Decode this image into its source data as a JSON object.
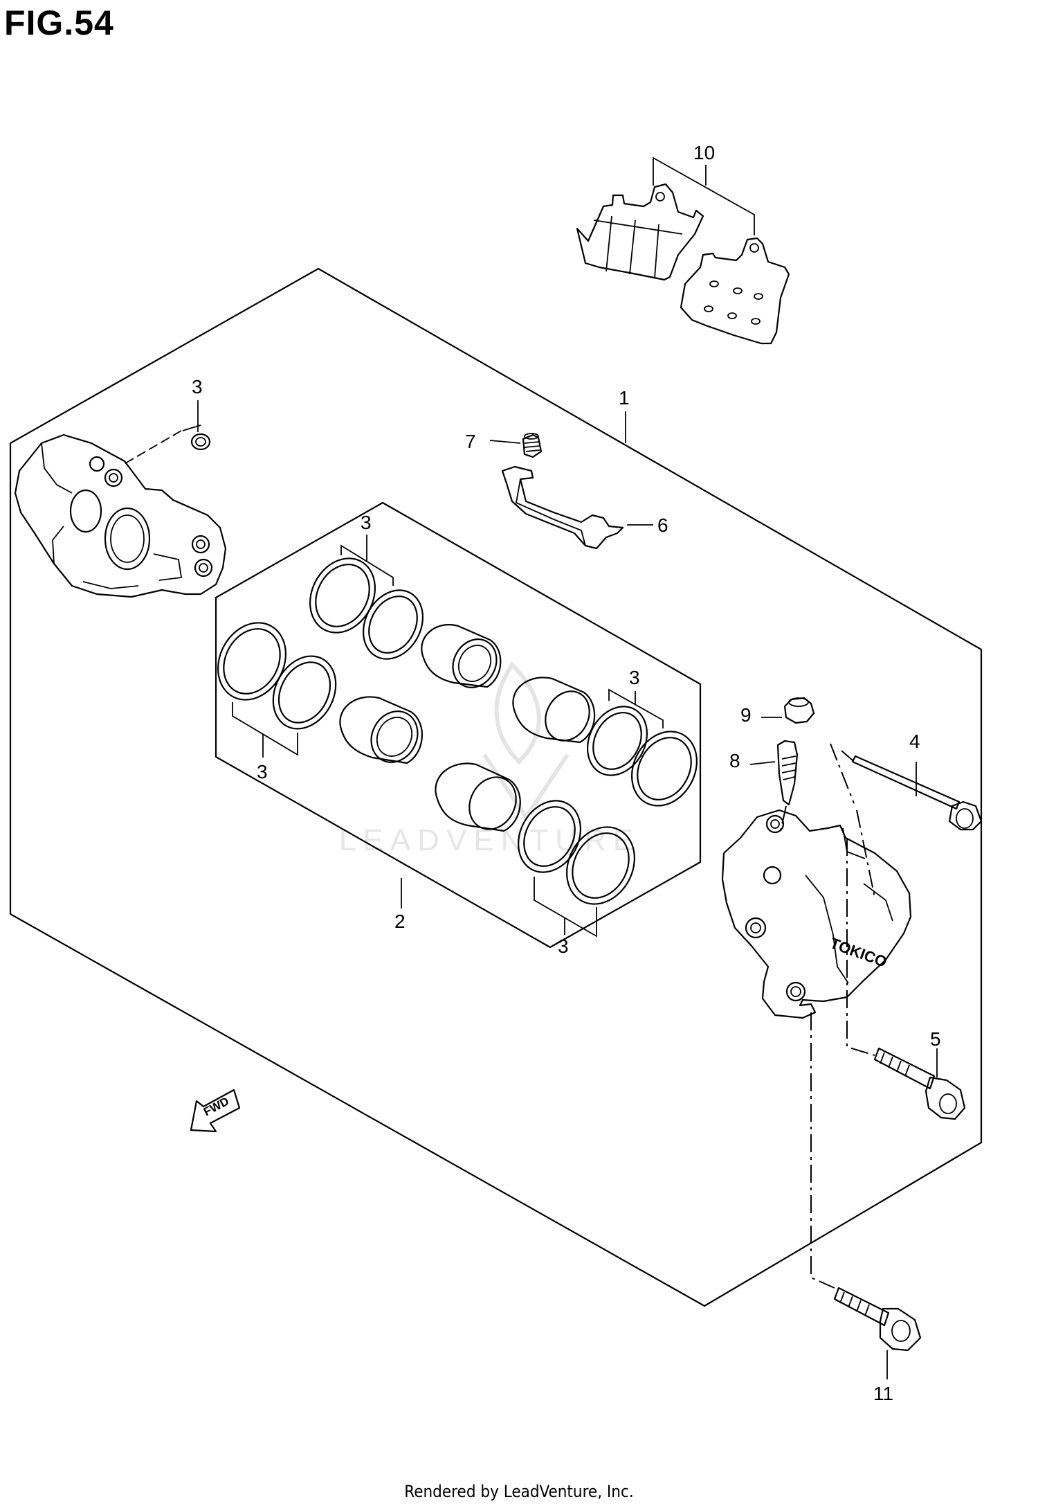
{
  "figure": {
    "title": "FIG.54",
    "footer": "Rendered by LeadVenture, Inc.",
    "watermark": "LEADVENTURE",
    "fwd_label": "FWD",
    "brand_mark": "TOKICO"
  },
  "callouts": [
    {
      "id": "c1",
      "label": "1"
    },
    {
      "id": "c2",
      "label": "2"
    },
    {
      "id": "c3a",
      "label": "3"
    },
    {
      "id": "c3b",
      "label": "3"
    },
    {
      "id": "c3c",
      "label": "3"
    },
    {
      "id": "c3d",
      "label": "3"
    },
    {
      "id": "c3e",
      "label": "3"
    },
    {
      "id": "c4",
      "label": "4"
    },
    {
      "id": "c5",
      "label": "5"
    },
    {
      "id": "c6",
      "label": "6"
    },
    {
      "id": "c7",
      "label": "7"
    },
    {
      "id": "c8",
      "label": "8"
    },
    {
      "id": "c9",
      "label": "9"
    },
    {
      "id": "c10",
      "label": "10"
    },
    {
      "id": "c11",
      "label": "11"
    }
  ],
  "colors": {
    "line": "#000000",
    "background": "#ffffff",
    "watermark": "#e6e6e6"
  }
}
